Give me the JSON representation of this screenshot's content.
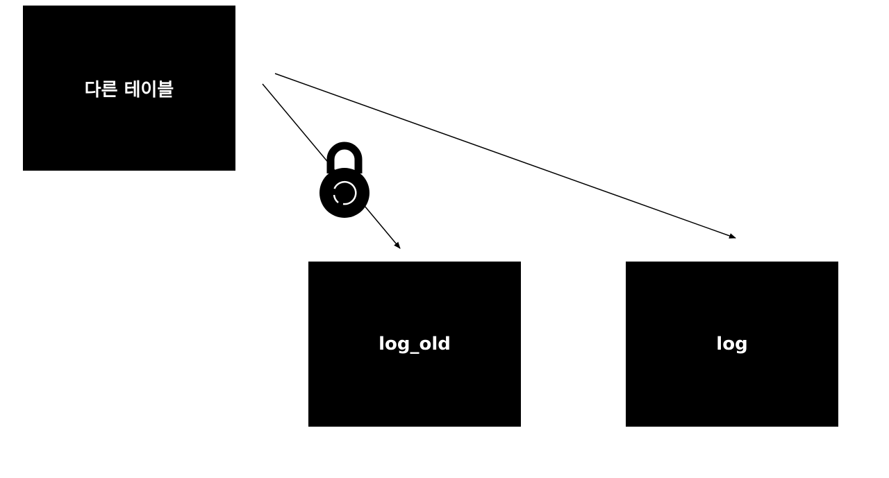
{
  "nodes": {
    "other_table": "다른 테이블",
    "log_old": "log_old",
    "log": "log"
  },
  "icons": {
    "lock": "lock-icon"
  },
  "colors": {
    "node_fill": "#000000",
    "node_text": "#ffffff",
    "arrow": "#000000",
    "background": "#ffffff"
  }
}
